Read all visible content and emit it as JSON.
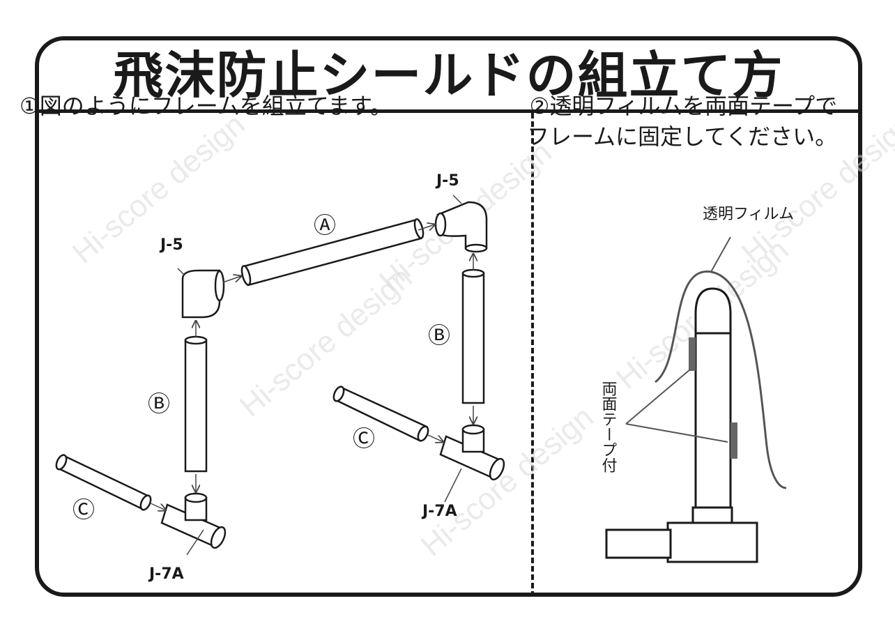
{
  "title": "飛沫防止シールドの組立て方",
  "step1": {
    "text": "①図のようにフレームを組立てます。"
  },
  "step2": {
    "line1": "②透明フィルムを両面テープで",
    "line2": "フレームに固定してください。"
  },
  "parts": {
    "elbow": "J-5",
    "tee": "J-7A",
    "pipe_a": "Ⓐ",
    "pipe_b": "Ⓑ",
    "pipe_c": "Ⓒ"
  },
  "right_labels": {
    "film": "透明フィルム",
    "tape": "両面テープ付"
  },
  "watermark": "Hi-score design",
  "colors": {
    "ink": "#1a1a1a",
    "tape": "#666666",
    "pipe_fill": "#ffffff"
  }
}
